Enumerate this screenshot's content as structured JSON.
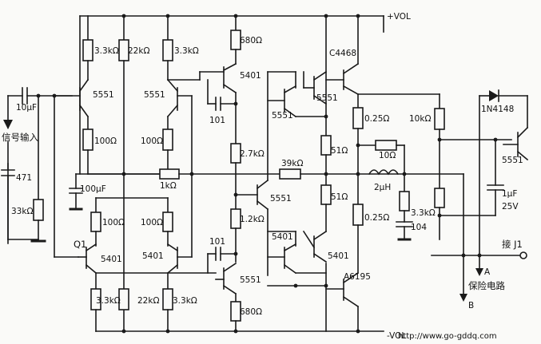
{
  "labels": {
    "vplus": "+VOL",
    "vminus": "-VOL",
    "signal_input": "信号输入",
    "protection": "保险电路",
    "terminal": "接 J1",
    "node_a": "A",
    "node_b": "B",
    "watermark": "http://www.go-gddq.com"
  },
  "components": {
    "c_in": "10μF",
    "c471": "471",
    "r33k_in": "33kΩ",
    "r3k3_a": "3.3kΩ",
    "r22k_top": "22kΩ",
    "r3k3_b": "3.3kΩ",
    "q5551_a": "5551",
    "q5551_b": "5551",
    "r100_a": "100Ω",
    "r100_b": "100Ω",
    "c100u": "100μF",
    "r1k": "1kΩ",
    "r100_c": "100Ω",
    "r100_d": "100Ω",
    "q1_name": "Q1",
    "q5401_a": "5401",
    "q5401_b": "5401",
    "r3k3_c": "3.3kΩ",
    "r22k_bot": "22kΩ",
    "r3k3_d": "3.3kΩ",
    "r680_top": "680Ω",
    "q5401_vas": "5401",
    "c101_top": "101",
    "r2k7": "2.7kΩ",
    "q5551_vbe": "5551",
    "r1k2": "1.2kΩ",
    "c101_bot": "101",
    "q5551_vas": "5551",
    "r680_bot": "680Ω",
    "q5551_drv": "5551",
    "q5551_drv2": "5551",
    "q5401_drv": "5401",
    "q5401_drv2": "5401",
    "r39k": "39kΩ",
    "r51_top": "51Ω",
    "r51_bot": "51Ω",
    "q_c4468": "C4468",
    "q_a6195": "A6195",
    "r025_top": "0.25Ω",
    "r025_bot": "0.25Ω",
    "r10": "10Ω",
    "l2u": "2μH",
    "c104": "104",
    "r10k": "10kΩ",
    "r3k3_p": "3.3kΩ",
    "d1n4148": "1N4148",
    "q5551_p": "5551",
    "c1u": "1μF",
    "c1u_v": "25V"
  }
}
